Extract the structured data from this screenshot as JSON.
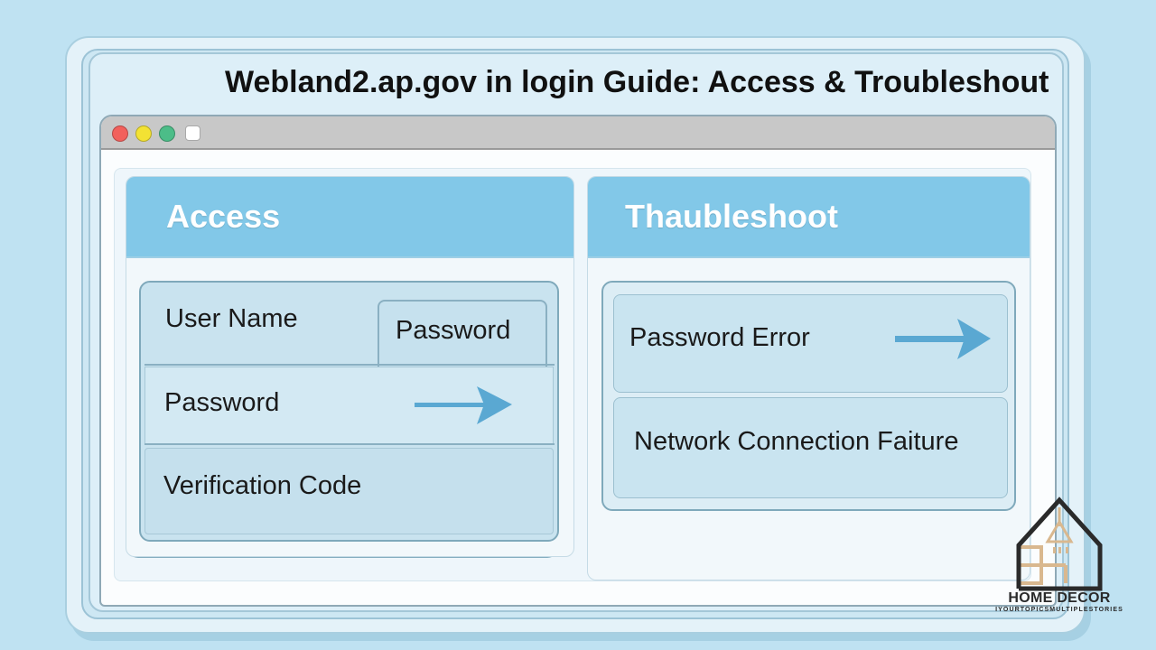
{
  "header": {
    "title": "Webland2.ap.gov in login Guide: Access & Troubleshout"
  },
  "browser": {
    "window_controls": [
      "close",
      "minimize",
      "maximize",
      "tab"
    ]
  },
  "access_card": {
    "heading": "Access",
    "tab_label": "Password",
    "rows": [
      {
        "label": "User Name"
      },
      {
        "label": "Password",
        "icon": "arrow-right-icon"
      },
      {
        "label": "Verification Code"
      }
    ]
  },
  "trouble_card": {
    "heading": "Thaubleshoot",
    "rows": [
      {
        "label": "Password Error",
        "icon": "arrow-right-icon"
      },
      {
        "label": "Network Connection Faiture"
      }
    ]
  },
  "logo": {
    "title": "HOME DECOR",
    "subtitle": "IYOURTOPICSMULTIPLESTORIES",
    "icon": "house-icon"
  },
  "colors": {
    "background": "#bfe2f2",
    "card_header": "#82c8e8",
    "arrow": "#5aa8d2",
    "close": "#f2605c",
    "minimize": "#f3e233",
    "maximize": "#4cbd88"
  }
}
